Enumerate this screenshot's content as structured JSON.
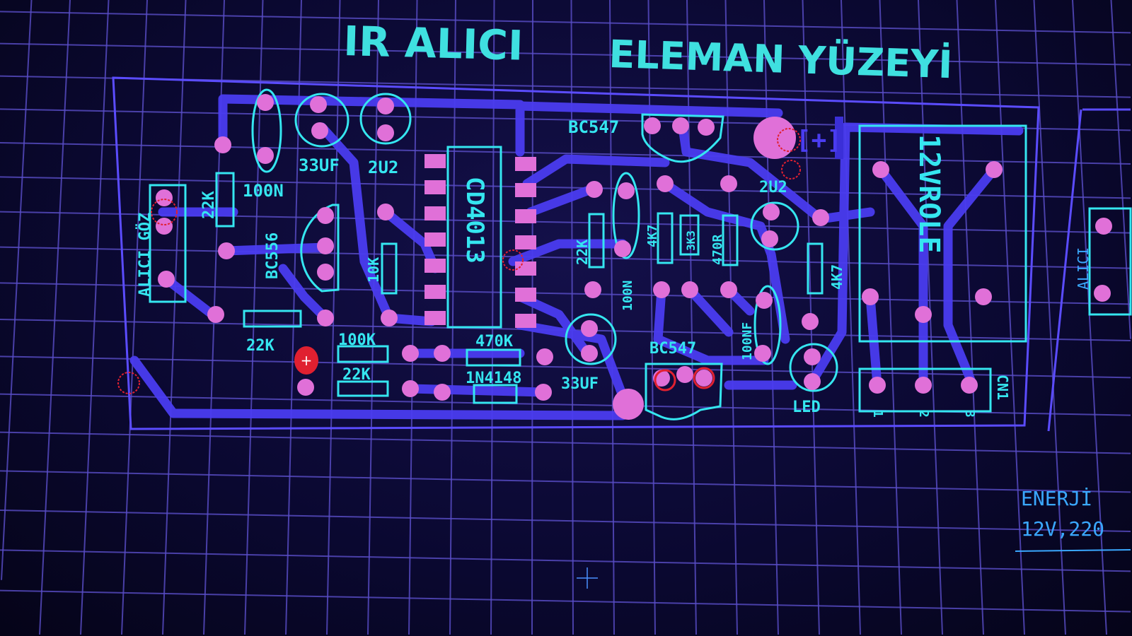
{
  "titles": {
    "left": "IR ALICI",
    "right": "ELEMAN YÜZEYİ"
  },
  "components": {
    "receiver": "ALICI GÖZ",
    "r_22k_a": "22K",
    "c_100n_a": "100N",
    "c_33uf_a": "33UF",
    "c_2u2_a": "2U2",
    "q_bc556": "BC556",
    "r_10k": "10K",
    "ic": "CD4013",
    "r_22k_b": "22K",
    "r_100k": "100K",
    "r_22k_c": "22K",
    "r_470k": "470K",
    "diode": "1N4148",
    "q_bc547_a": "BC547",
    "r_22k_d": "22K",
    "c_100n_b": "100N",
    "r_4k7_a": "4K7",
    "r_3k3": "3K3",
    "r_470r": "470R",
    "c_2u2_b": "2U2",
    "r_4k7_b": "4K7",
    "c_10nf": "100NF",
    "c_33uf_b": "33UF",
    "q_bc547_b": "BC547",
    "led": "LED",
    "relay": "12VROLE",
    "connector": "CN1",
    "pin1": "1",
    "pin2": "2",
    "pin3": "3",
    "plus": "[+]"
  },
  "side_panel": {
    "neighbor_label": "ALICI",
    "energy_title": "ENERJİ",
    "energy_sub": "12V,220"
  },
  "colors": {
    "trace": "#4a3cf0",
    "silk": "#35e6f0",
    "pad": "#e070d8",
    "grid": "#5a4ec8",
    "marker": "#e02030"
  }
}
